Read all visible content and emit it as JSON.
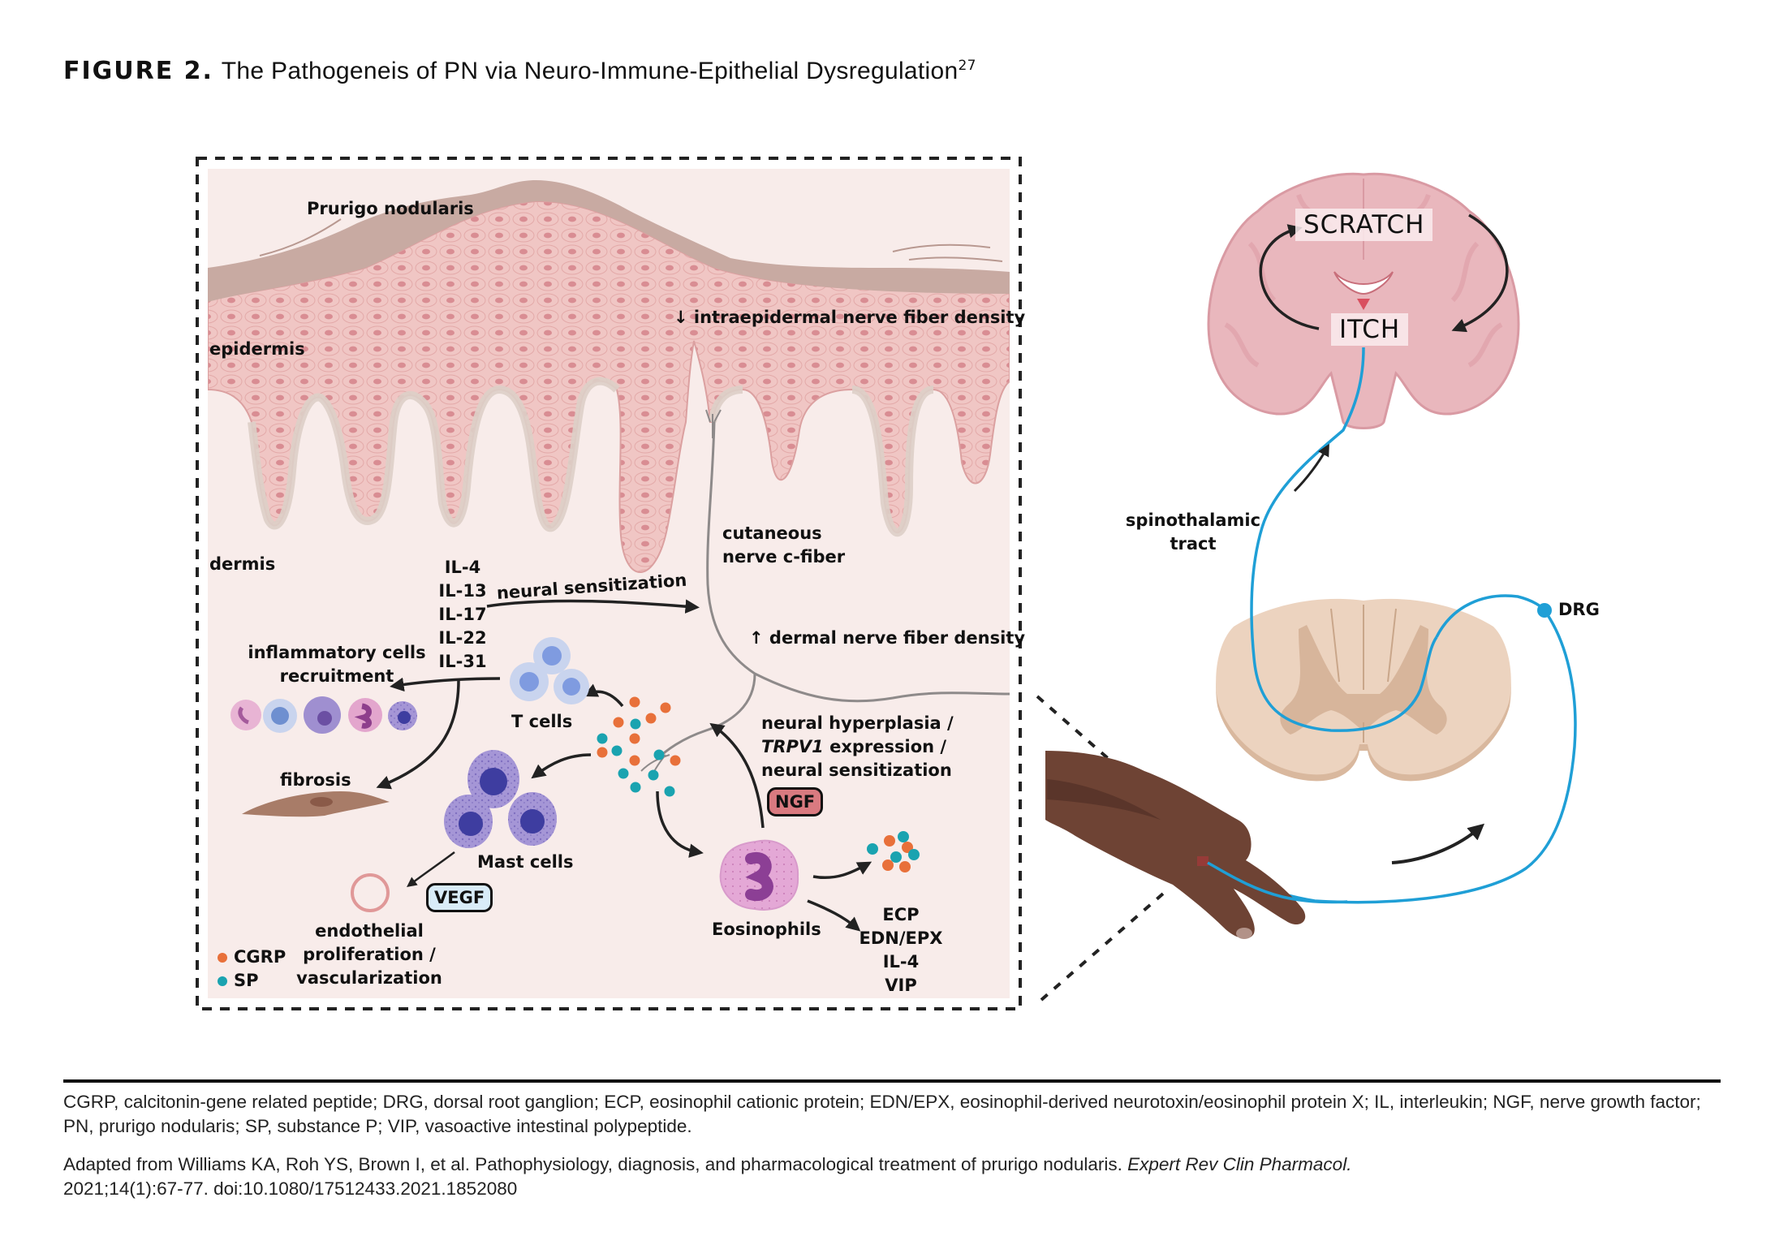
{
  "title": {
    "figure_label": "FIGURE 2.",
    "text": "The Pathogeneis of PN via Neuro-Immune-Epithelial Dysregulation",
    "superscript": "27"
  },
  "skin_panel": {
    "labels": {
      "prurigo_nodularis": "Prurigo nodularis",
      "epidermis": "epidermis",
      "dermis": "dermis",
      "intraepidermal": "↓ intraepidermal nerve fiber density",
      "cutaneous_line1": "cutaneous",
      "cutaneous_line2": "nerve c-fiber",
      "dermal_density": "↑ dermal nerve fiber density",
      "neural_sensitization": "neural sensitization",
      "inflammatory_line1": "inflammatory cells",
      "inflammatory_line2": "recruitment",
      "t_cells": "T cells",
      "fibrosis": "fibrosis",
      "mast_cells": "Mast cells",
      "endothelial_line1": "endothelial",
      "endothelial_line2": "proliferation /",
      "endothelial_line3": "vascularization",
      "hyperplasia_line1": "neural hyperplasia /",
      "hyperplasia_italic": "TRPV1",
      "hyperplasia_line2_rest": " expression /",
      "hyperplasia_line3": "neural sensitization",
      "eosinophils": "Eosinophils"
    },
    "cytokines": [
      "IL-4",
      "IL-13",
      "IL-17",
      "IL-22",
      "IL-31"
    ],
    "eosinophil_products": [
      "ECP",
      "EDN/EPX",
      "IL-4",
      "VIP"
    ],
    "badges": {
      "ngf": "NGF",
      "vegf": "VEGF"
    },
    "legend": [
      {
        "label": "CGRP",
        "color": "#e8703a"
      },
      {
        "label": "SP",
        "color": "#1aa3b0"
      }
    ]
  },
  "right_panel": {
    "brain_labels": {
      "scratch": "SCRATCH",
      "itch": "ITCH"
    },
    "spinothalamic_line1": "spinothalamic",
    "spinothalamic_line2": "tract",
    "drg": "DRG"
  },
  "colors": {
    "nerve_blue": "#1f9fd6",
    "cgrp_orange": "#e8703a",
    "sp_teal": "#1aa3b0",
    "dermis_bg": "#f8ecea",
    "epidermis_pink": "#f0c4c4",
    "stratum_corneum": "#c9aba3",
    "brain_pink": "#e8b4bc",
    "spinal_cord": "#ecd3bf",
    "hand_brown": "#6e4334",
    "ngf_fill": "#d97a80",
    "vegf_fill": "#d9ecf8"
  },
  "footnote": {
    "abbreviations": "CGRP, calcitonin-gene related peptide; DRG, dorsal root ganglion; ECP, eosinophil cationic protein; EDN/EPX, eosinophil-derived neurotoxin/eosinophil protein X; IL, interleukin; NGF, nerve growth factor; PN, prurigo nodularis; SP, substance P; VIP, vasoactive intestinal polypeptide.",
    "source_prefix": "Adapted from Williams KA, Roh YS, Brown I, et al. Pathophysiology, diagnosis, and pharmacological treatment of prurigo nodularis. ",
    "source_journal": "Expert Rev Clin Pharmacol.",
    "source_suffix": "2021;14(1):67-77. doi:10.1080/17512433.2021.1852080"
  }
}
